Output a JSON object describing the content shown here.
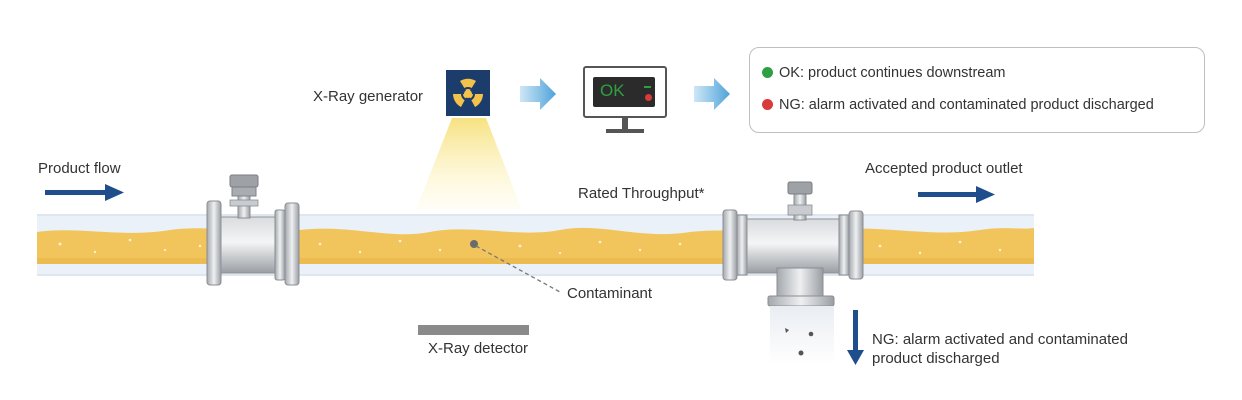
{
  "labels": {
    "xray_generator": "X-Ray generator",
    "product_flow": "Product flow",
    "rated_throughput": "Rated Throughput*",
    "accepted_outlet": "Accepted product outlet",
    "contaminant": "Contaminant",
    "xray_detector": "X-Ray detector",
    "ng_discharge_line1": "NG: alarm activated and contaminated",
    "ng_discharge_line2": "product discharged"
  },
  "monitor": {
    "screen_text": "OK"
  },
  "legend": {
    "ok": {
      "text": "OK: product continues downstream",
      "color": "#2ea043"
    },
    "ng": {
      "text": "NG: alarm activated and contaminated product discharged",
      "color": "#d93a3a"
    }
  },
  "colors": {
    "arrow_blue": "#1f4e8c",
    "flow_arrow_light": "#5aa9dc",
    "product_fill": "#f2c55c",
    "pipe_steel": "#b5b8bc",
    "xray_icon_bg": "#1c3c6c",
    "xray_icon_symbol": "#f2c24a"
  },
  "icons": {
    "xray_generator": "radiation-icon",
    "monitor": "monitor-icon"
  }
}
